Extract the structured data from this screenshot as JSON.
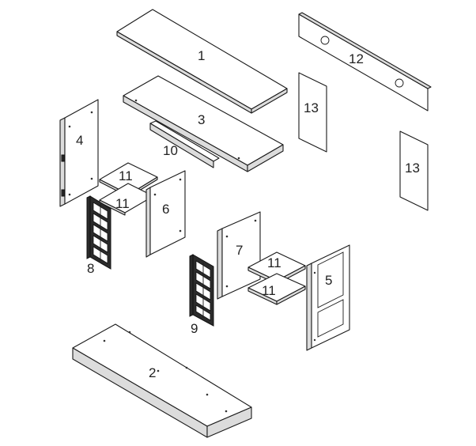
{
  "parts": [
    {
      "id": "1",
      "label": "1"
    },
    {
      "id": "2",
      "label": "2"
    },
    {
      "id": "3",
      "label": "3"
    },
    {
      "id": "4",
      "label": "4"
    },
    {
      "id": "5",
      "label": "5"
    },
    {
      "id": "6",
      "label": "6"
    },
    {
      "id": "7",
      "label": "7"
    },
    {
      "id": "8",
      "label": "8"
    },
    {
      "id": "9",
      "label": "9"
    },
    {
      "id": "10",
      "label": "10"
    },
    {
      "id": "11a",
      "label": "11"
    },
    {
      "id": "11b",
      "label": "11"
    },
    {
      "id": "11c",
      "label": "11"
    },
    {
      "id": "11d",
      "label": "11"
    },
    {
      "id": "12",
      "label": "12"
    },
    {
      "id": "13a",
      "label": "13"
    },
    {
      "id": "13b",
      "label": "13"
    }
  ]
}
